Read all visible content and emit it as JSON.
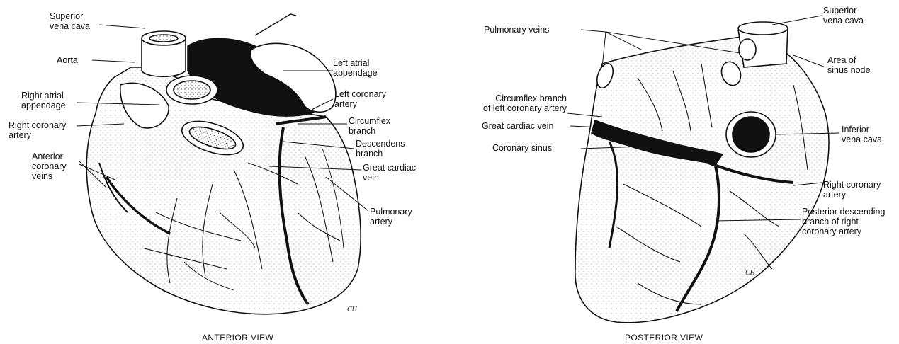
{
  "anterior": {
    "caption": "ANTERIOR VIEW",
    "artist_mark": "CH",
    "labels": {
      "superior_vena_cava": "Superior\nvena cava",
      "aorta": "Aorta",
      "right_atrial_appendage": "Right atrial\nappendage",
      "right_coronary_artery": "Right coronary\nartery",
      "anterior_coronary_veins": "Anterior\ncoronary\nveins",
      "left_atrial_appendage": "Left atrial\nappendage",
      "left_coronary_artery": "Left coronary\nartery",
      "circumflex_branch": "Circumflex\nbranch",
      "descendens_branch": "Descendens\nbranch",
      "great_cardiac_vein": "Great cardiac\nvein",
      "pulmonary_artery": "Pulmonary\nartery"
    }
  },
  "posterior": {
    "caption": "POSTERIOR VIEW",
    "artist_mark": "CH",
    "labels": {
      "pulmonary_veins": "Pulmonary veins",
      "circumflex_branch_lca": "Circumflex branch\nof left coronary artery",
      "great_cardiac_vein": "Great cardiac vein",
      "coronary_sinus": "Coronary sinus",
      "superior_vena_cava": "Superior\nvena cava",
      "area_of_sinus_node": "Area of\nsinus node",
      "inferior_vena_cava": "Inferior\nvena cava",
      "right_coronary_artery": "Right coronary\nartery",
      "posterior_descending_branch": "Posterior descending\nbranch of right\ncoronary artery"
    }
  }
}
